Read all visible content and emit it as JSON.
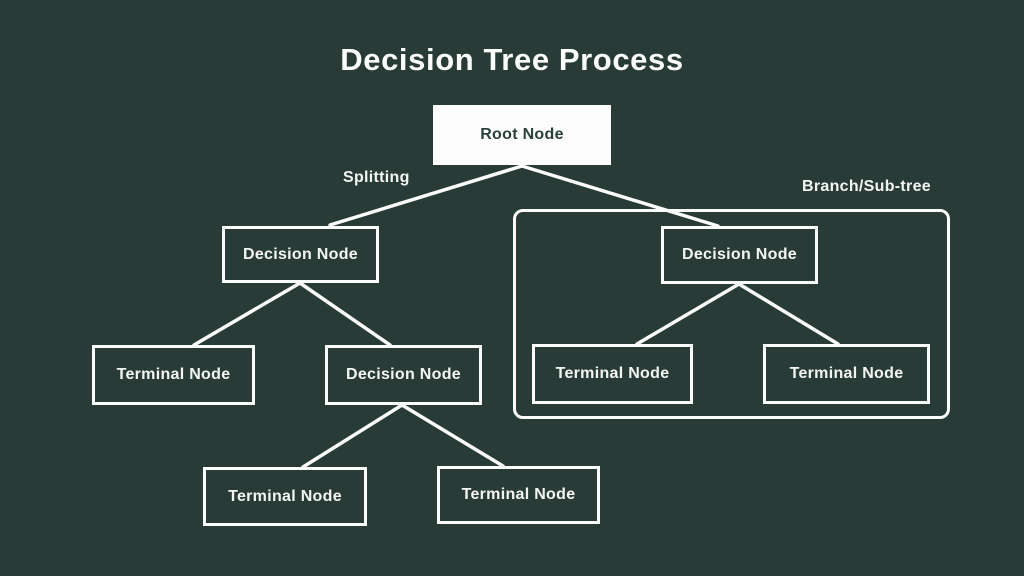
{
  "title": "Decision Tree Process",
  "colors": {
    "background": "#293b37",
    "line": "#fafbfb",
    "node_border": "#fafbfb",
    "node_text": "#f3f5f4",
    "root_fill": "#fdfdfd",
    "root_text": "#2a403c"
  },
  "nodes": [
    {
      "id": "root",
      "label": "Root Node",
      "type": "root"
    },
    {
      "id": "decision-left",
      "label": "Decision Node",
      "type": "decision"
    },
    {
      "id": "decision-right",
      "label": "Decision Node",
      "type": "decision"
    },
    {
      "id": "terminal-left",
      "label": "Terminal Node",
      "type": "terminal"
    },
    {
      "id": "decision-mid",
      "label": "Decision Node",
      "type": "decision"
    },
    {
      "id": "terminal-branch-1",
      "label": "Terminal Node",
      "type": "terminal"
    },
    {
      "id": "terminal-branch-2",
      "label": "Terminal Node",
      "type": "terminal"
    },
    {
      "id": "terminal-bottom-1",
      "label": "Terminal Node",
      "type": "terminal"
    },
    {
      "id": "terminal-bottom-2",
      "label": "Terminal Node",
      "type": "terminal"
    }
  ],
  "annotations": {
    "splitting": "Splitting",
    "branch": "Branch/Sub-tree"
  },
  "edges": [
    {
      "from": "root",
      "to": "decision-left",
      "line": [
        522,
        166,
        330,
        225
      ]
    },
    {
      "from": "root",
      "to": "decision-right",
      "line": [
        522,
        166,
        718,
        226
      ]
    },
    {
      "from": "decision-left",
      "to": "terminal-left",
      "line": [
        300,
        283,
        194,
        345
      ]
    },
    {
      "from": "decision-left",
      "to": "decision-mid",
      "line": [
        300,
        283,
        390,
        345
      ]
    },
    {
      "from": "decision-right",
      "to": "terminal-branch-1",
      "line": [
        739,
        284,
        637,
        344
      ]
    },
    {
      "from": "decision-right",
      "to": "terminal-branch-2",
      "line": [
        739,
        284,
        838,
        344
      ]
    },
    {
      "from": "decision-mid",
      "to": "terminal-bottom-1",
      "line": [
        402,
        405,
        303,
        467
      ]
    },
    {
      "from": "decision-mid",
      "to": "terminal-bottom-2",
      "line": [
        402,
        405,
        503,
        466
      ]
    }
  ]
}
